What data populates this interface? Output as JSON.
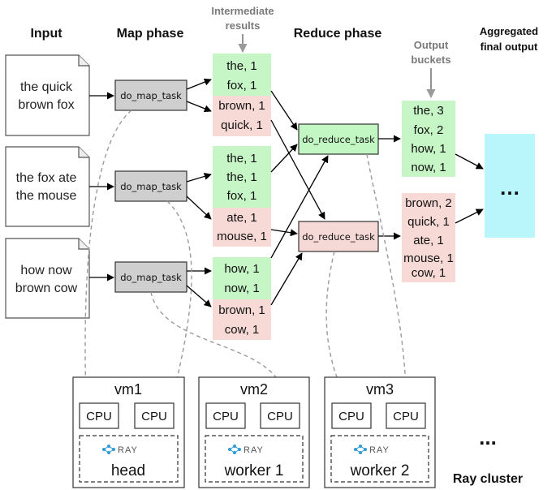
{
  "headers": {
    "input": "Input",
    "map_phase": "Map phase",
    "intermediate": [
      "Intermediate",
      "results"
    ],
    "reduce_phase": "Reduce phase",
    "output_buckets": [
      "Output",
      "buckets"
    ],
    "aggregated": [
      "Aggregated",
      "final output"
    ]
  },
  "inputs": [
    [
      "the quick",
      "brown fox"
    ],
    [
      "the fox ate",
      "the mouse"
    ],
    [
      "how now",
      "brown cow"
    ]
  ],
  "map_task_label": "do_map_task",
  "reduce_task_label": "do_reduce_task",
  "intermediate_groups": [
    {
      "bucket": "green",
      "lines": [
        "the, 1",
        "fox, 1"
      ]
    },
    {
      "bucket": "pink",
      "lines": [
        "brown, 1",
        "quick, 1"
      ]
    },
    {
      "bucket": "green",
      "lines": [
        "the, 1",
        "the, 1",
        "fox, 1"
      ]
    },
    {
      "bucket": "pink",
      "lines": [
        "ate, 1",
        "mouse, 1"
      ]
    },
    {
      "bucket": "green",
      "lines": [
        "how, 1",
        "now, 1"
      ]
    },
    {
      "bucket": "pink",
      "lines": [
        "brown, 1",
        "cow, 1"
      ]
    }
  ],
  "outputs": [
    {
      "bucket": "green",
      "lines": [
        "the, 3",
        "fox, 2",
        "how, 1",
        "now, 1"
      ]
    },
    {
      "bucket": "pink",
      "lines": [
        "brown, 2",
        "quick, 1",
        "ate, 1",
        "mouse, 1",
        "cow, 1"
      ]
    }
  ],
  "final_output_label": "…",
  "vms": [
    {
      "name": "vm1",
      "cpus": [
        "CPU",
        "CPU"
      ],
      "ray_label": "RAY",
      "role": "head"
    },
    {
      "name": "vm2",
      "cpus": [
        "CPU",
        "CPU"
      ],
      "ray_label": "RAY",
      "role": "worker 1"
    },
    {
      "name": "vm3",
      "cpus": [
        "CPU",
        "CPU"
      ],
      "ray_label": "RAY",
      "role": "worker 2"
    }
  ],
  "cluster_ellipsis": "...",
  "cluster_label": "Ray cluster",
  "colors": {
    "green_bg": "#c6f5c6",
    "pink_bg": "#f7d9d6",
    "map_task_bg": "#cfcfcf",
    "reduce_green_bg": "#c2f7c4",
    "reduce_pink_bg": "#f5d9d6",
    "final_bg": "#b8f6fb",
    "ray_blue": "#2f9bd6",
    "dashed_gray": "#9a9a9a"
  },
  "icons": {
    "input_document": "document-icon",
    "ray_logo": "ray-logo-icon"
  }
}
